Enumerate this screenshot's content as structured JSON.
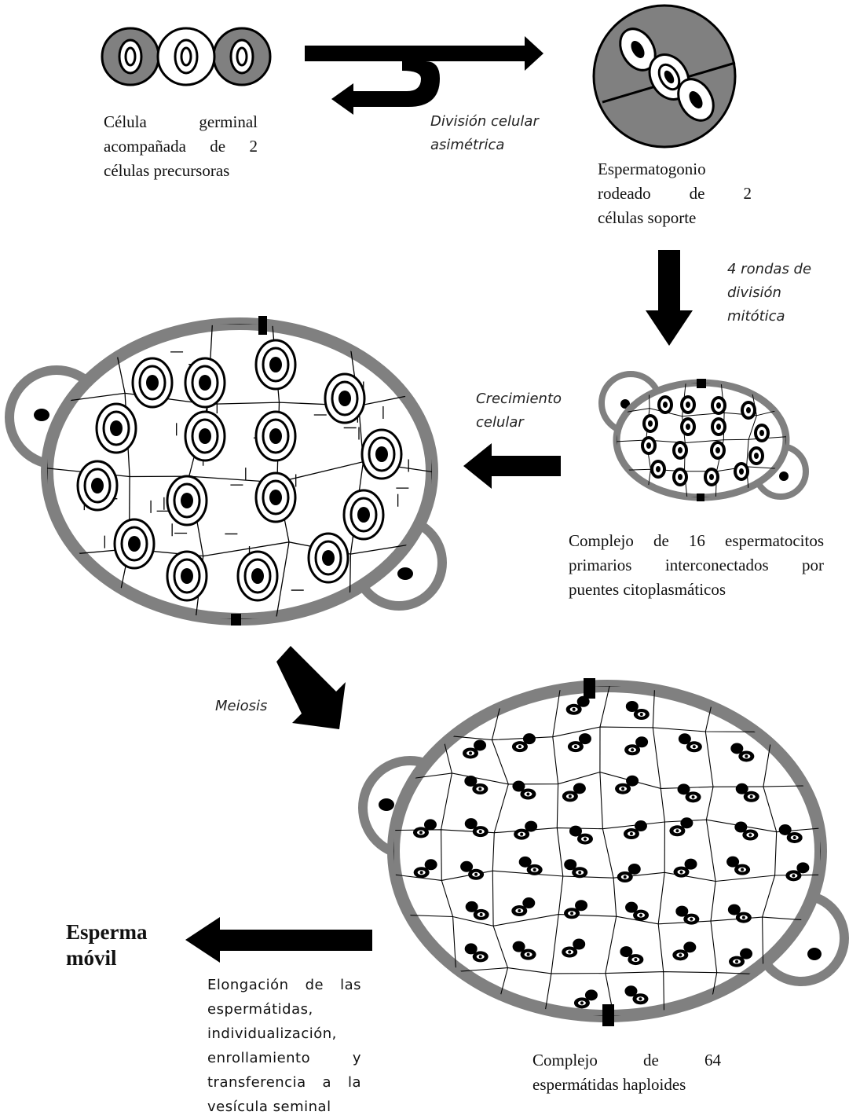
{
  "labels": {
    "germ_cell": [
      "Célula germinal",
      "acompañada de 2",
      "células precursoras"
    ],
    "asym_division": [
      "División celular",
      "asimétrica"
    ],
    "spermatogonium": [
      "Espermatogonio",
      "rodeado de 2",
      "células soporte"
    ],
    "mitotic_rounds": [
      "4 rondas de",
      "división",
      "mitótica"
    ],
    "cell_growth": [
      "Crecimiento",
      "celular"
    ],
    "primary_complex": [
      "Complejo de 16 espermatocitos",
      "primarios interconectados por",
      "puentes citoplasmáticos"
    ],
    "meiosis": "Meiosis",
    "haploid_complex": [
      "Complejo de 64",
      "espermátidas haploides"
    ],
    "motile_sperm": [
      "Esperma",
      "móvil"
    ],
    "elongation": [
      "Elongación de las",
      "espermátidas,",
      "individualización,",
      "enrollamiento y",
      "transferencia a la",
      "vesícula seminal"
    ]
  },
  "colors": {
    "cyst_wall": "#808080",
    "ink": "#000000",
    "background": "#ffffff"
  }
}
